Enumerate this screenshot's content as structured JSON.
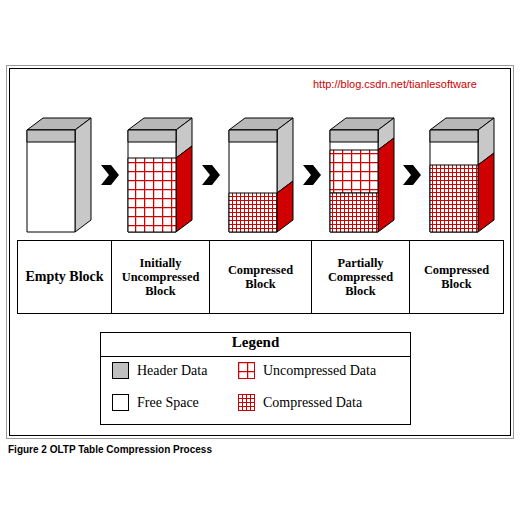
{
  "diagram": {
    "caption": "Figure 2 OLTP Table Compression Process",
    "nodes": [
      {
        "text": [
          "Empty Block"
        ]
      },
      {
        "text": [
          "Initially Uncompressed Block"
        ]
      },
      {
        "text": [
          "Compressed Block"
        ]
      },
      {
        "text": [
          "Partially Compressed Block"
        ]
      },
      {
        "text": [
          "Compressed Block"
        ]
      }
    ],
    "labels": [
      "http://blog.csdn.net/tianlesoftware",
      "Legend"
    ],
    "legend": [
      {
        "text": "Header Data",
        "color": "#c0c0c0"
      },
      {
        "text": "Free Space",
        "color": "#ffffff"
      },
      {
        "text": "Uncompressed Data"
      },
      {
        "text": "Compressed Data"
      }
    ]
  }
}
